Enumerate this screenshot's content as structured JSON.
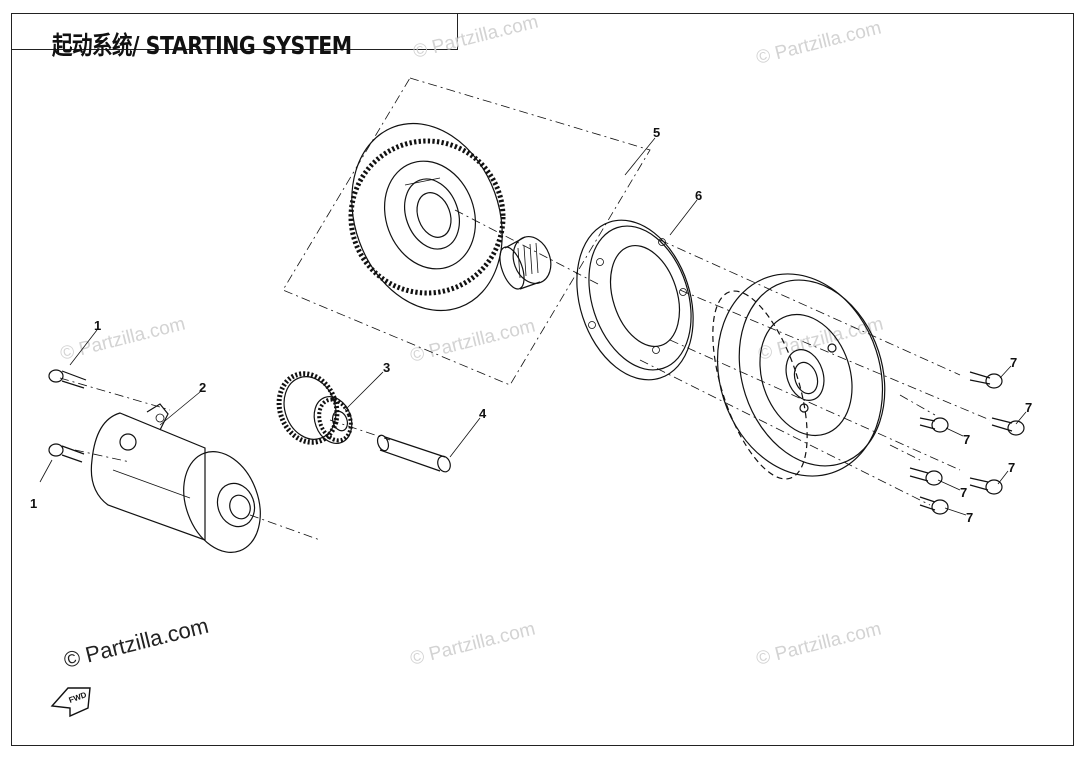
{
  "title": "起动系统/ STARTING SYSTEM",
  "watermark": "© Partzilla.com",
  "watermark_main": "© Partzilla.com",
  "fwd_label": "FWD",
  "callouts": {
    "c1a": "1",
    "c1b": "1",
    "c2": "2",
    "c3": "3",
    "c4": "4",
    "c5": "5",
    "c6": "6",
    "c7a": "7",
    "c7b": "7",
    "c7c": "7",
    "c7d": "7",
    "c7e": "7",
    "c7f": "7"
  },
  "colors": {
    "line": "#111111",
    "watermark": "#d3d3d3",
    "background": "#ffffff"
  }
}
